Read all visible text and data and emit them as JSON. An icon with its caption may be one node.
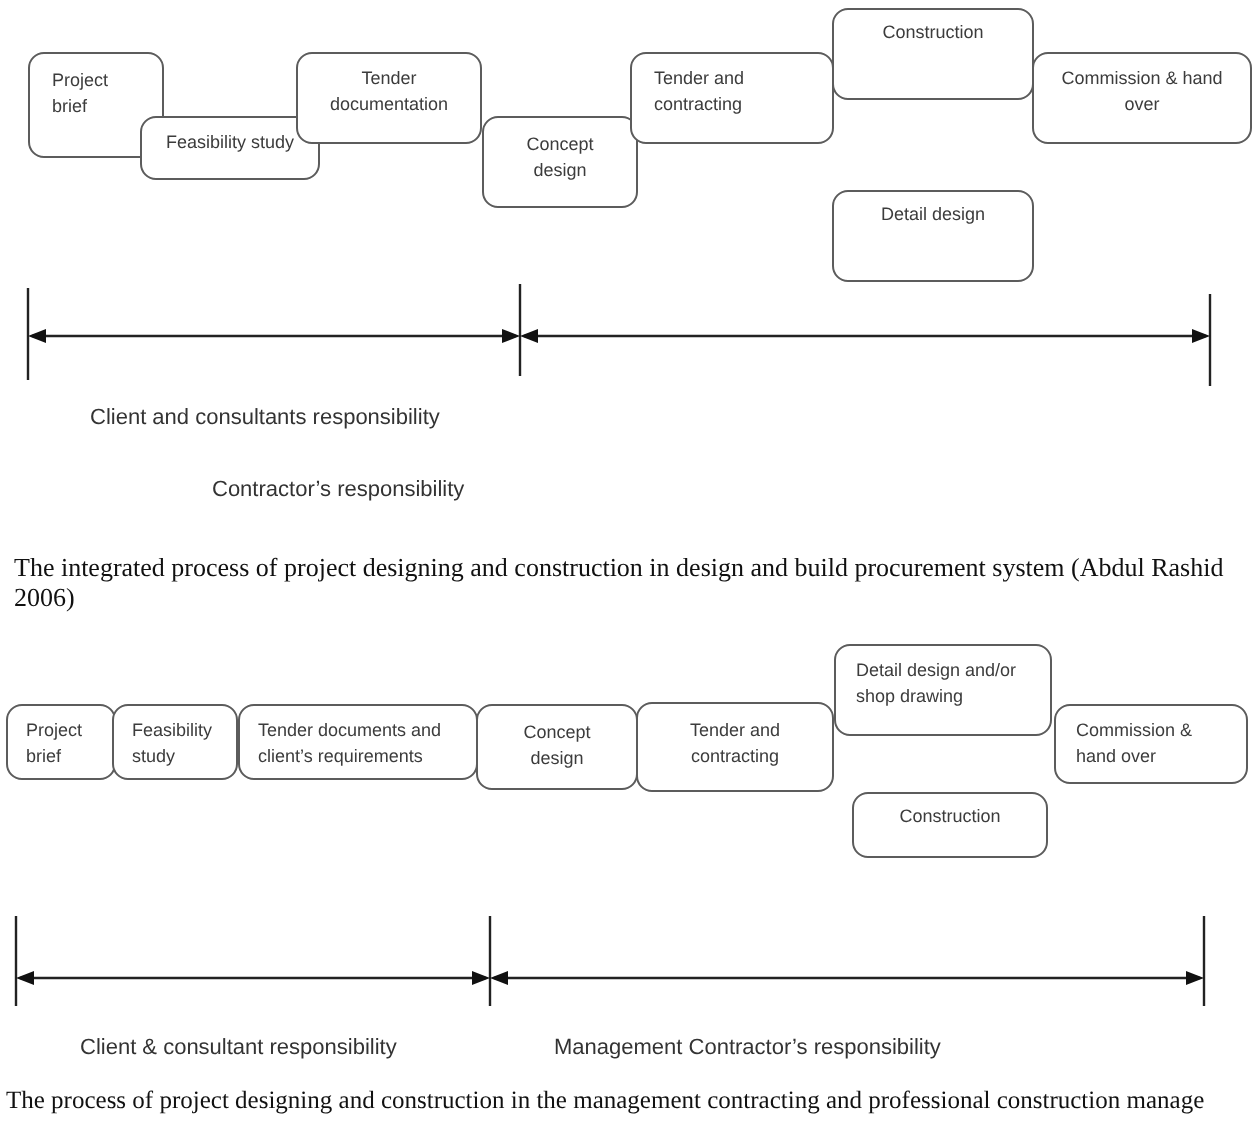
{
  "diagram": {
    "nodes": [
      {
        "text": [
          "Project brief"
        ]
      },
      {
        "text": [
          "Feasibility study"
        ]
      },
      {
        "text": [
          "Tender documentation"
        ]
      },
      {
        "text": [
          "Concept design"
        ]
      },
      {
        "text": [
          "Tender and contracting"
        ]
      },
      {
        "text": [
          "Construction"
        ]
      },
      {
        "text": [
          "Detail design"
        ]
      },
      {
        "text": [
          "Commission & hand over"
        ]
      },
      {
        "text": [
          "Project brief"
        ]
      },
      {
        "text": [
          "Feasibility study"
        ]
      },
      {
        "text": [
          "Tender documents and client’s requirements"
        ]
      },
      {
        "text": [
          "Concept design"
        ]
      },
      {
        "text": [
          "Tender and contracting"
        ]
      },
      {
        "text": [
          "Detail design and/or shop drawing"
        ]
      },
      {
        "text": [
          "Construction"
        ]
      },
      {
        "text": [
          "Commission & hand over"
        ]
      }
    ],
    "labels": [
      "Client and consultants responsibility",
      "Contractor’s responsibility",
      "The integrated process of project designing and construction in design and build procurement system (Abdul Rashid 2006)",
      "Client & consultant responsibility",
      "Management Contractor’s responsibility",
      "The process of project designing and construction in the management contracting and professional construction manage"
    ]
  }
}
